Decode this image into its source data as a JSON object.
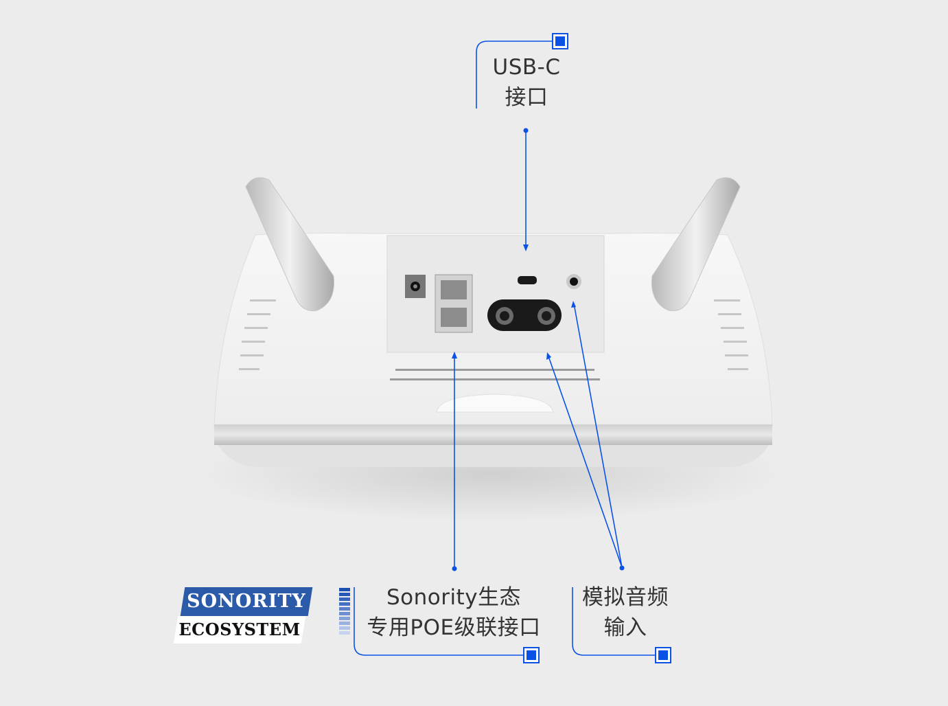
{
  "callouts": {
    "usbc": {
      "line1": "USB-C",
      "line2": "接口"
    },
    "poe": {
      "line1": "Sonority生态",
      "line2": "专用POE级联接口"
    },
    "analog": {
      "line1": "模拟音频",
      "line2": "输入"
    }
  },
  "logo": {
    "line1": "SONORITY",
    "line2": "ECOSYSTEM"
  },
  "colors": {
    "accent": "#0a52e6",
    "text": "#333333",
    "background": "#ececec",
    "logo_blue": "#2a5aa8"
  },
  "icons": [
    "corner-square-icon",
    "dot-marker-icon"
  ]
}
